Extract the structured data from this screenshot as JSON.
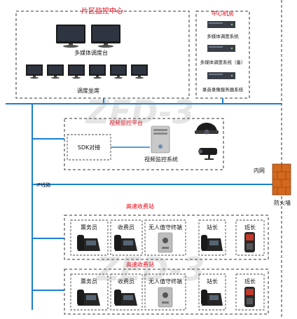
{
  "title": {
    "regional_center": "片区监控中心",
    "server_room": "中心机房",
    "video_platform": "视频监控平台",
    "toll_station_1": "高速收费站",
    "toll_station_2": "高速收费站"
  },
  "regional_center": {
    "console_label": "多媒体调度台",
    "seats_label": "调度坐席"
  },
  "server_room": {
    "items": [
      "多媒体调度系统",
      "多媒体调度系统（备）",
      "录音录像服务器系统"
    ]
  },
  "video_platform": {
    "sdk_label": "SDK对接",
    "system_label": "视频监控系统"
  },
  "network": {
    "intranet_label": "内网",
    "ip_line_label": "IP线路",
    "firewall_label": "防火墙"
  },
  "stations": [
    {
      "roles": [
        "票务员",
        "收费员",
        "无人值守终端",
        "站长",
        "班长"
      ]
    },
    {
      "roles": [
        "票务员",
        "收费员",
        "无人值守终端",
        "站长",
        "班长"
      ]
    }
  ],
  "watermark": "ZED-3",
  "colors": {
    "accent_red": "#e60012",
    "bus_blue": "#1a7fd0",
    "firewall_orange": "#d2691e"
  }
}
